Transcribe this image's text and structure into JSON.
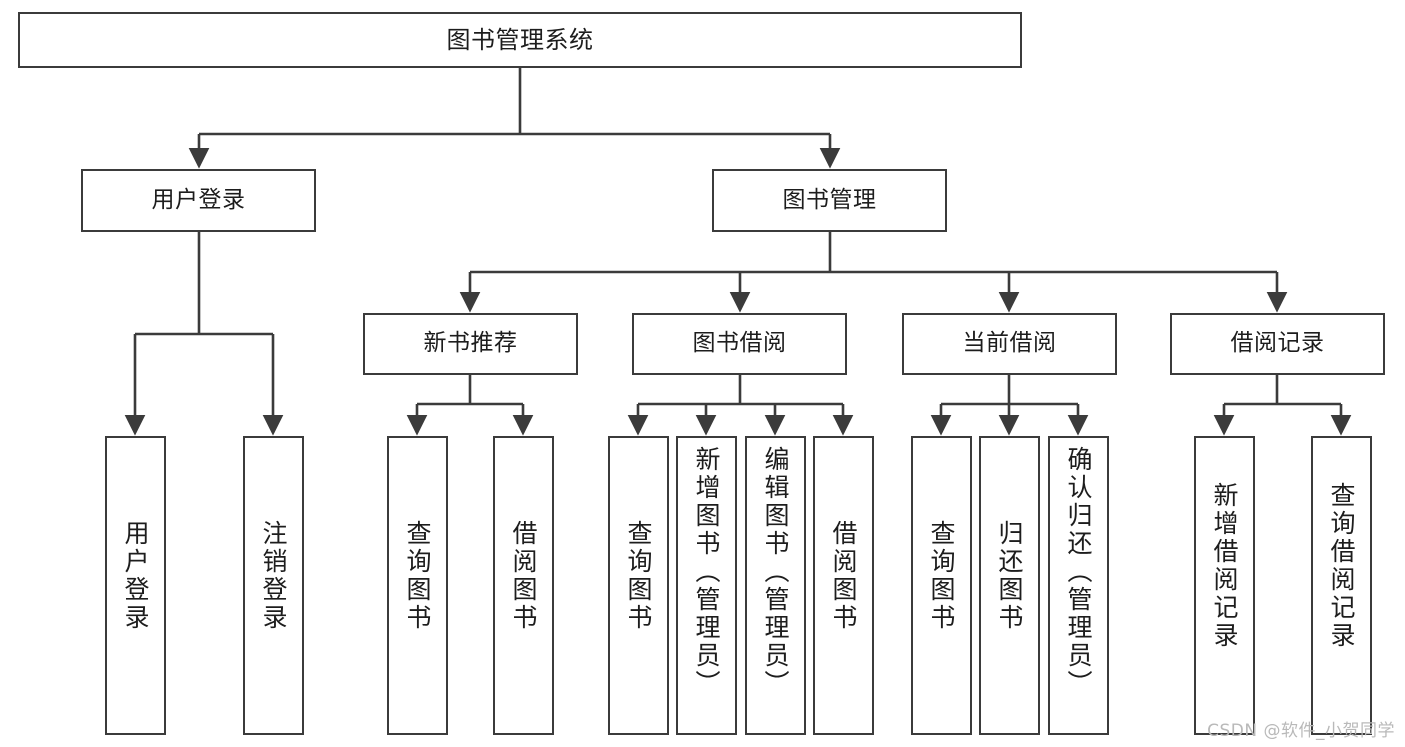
{
  "diagram": {
    "title_node": {
      "id": "root",
      "label": "图书管理系统"
    },
    "level2": [
      {
        "id": "user-login",
        "label": "用户登录"
      },
      {
        "id": "book-management",
        "label": "图书管理"
      }
    ],
    "level3": [
      {
        "id": "new-book-recommend",
        "label": "新书推荐"
      },
      {
        "id": "book-borrow",
        "label": "图书借阅"
      },
      {
        "id": "current-borrow",
        "label": "当前借阅"
      },
      {
        "id": "borrow-record",
        "label": "借阅记录"
      }
    ],
    "leaves": [
      {
        "id": "leaf-user-login",
        "label": "用户登录",
        "parent": "user-login"
      },
      {
        "id": "leaf-user-logout",
        "label": "注销登录",
        "parent": "user-login"
      },
      {
        "id": "leaf-query-book-1",
        "label": "查询图书",
        "parent": "new-book-recommend"
      },
      {
        "id": "leaf-borrow-book-1",
        "label": "借阅图书",
        "parent": "new-book-recommend"
      },
      {
        "id": "leaf-query-book-2",
        "label": "查询图书",
        "parent": "book-borrow"
      },
      {
        "id": "leaf-add-book",
        "label": "新增图书（管理员）",
        "parent": "book-borrow"
      },
      {
        "id": "leaf-edit-book",
        "label": "编辑图书（管理员）",
        "parent": "book-borrow"
      },
      {
        "id": "leaf-borrow-book-2",
        "label": "借阅图书",
        "parent": "book-borrow"
      },
      {
        "id": "leaf-query-book-3",
        "label": "查询图书",
        "parent": "current-borrow"
      },
      {
        "id": "leaf-return-book",
        "label": "归还图书",
        "parent": "current-borrow"
      },
      {
        "id": "leaf-confirm-return",
        "label": "确认归还（管理员）",
        "parent": "current-borrow"
      },
      {
        "id": "leaf-add-record",
        "label": "新增借阅记录",
        "parent": "borrow-record"
      },
      {
        "id": "leaf-query-record",
        "label": "查询借阅记录",
        "parent": "borrow-record"
      }
    ],
    "colors": {
      "stroke": "#3b3b3b",
      "fill": "#ffffff",
      "text": "#1d1d1d",
      "watermark": "#b9b9b9"
    }
  },
  "watermark": {
    "text": "CSDN @软件_小贺同学"
  }
}
